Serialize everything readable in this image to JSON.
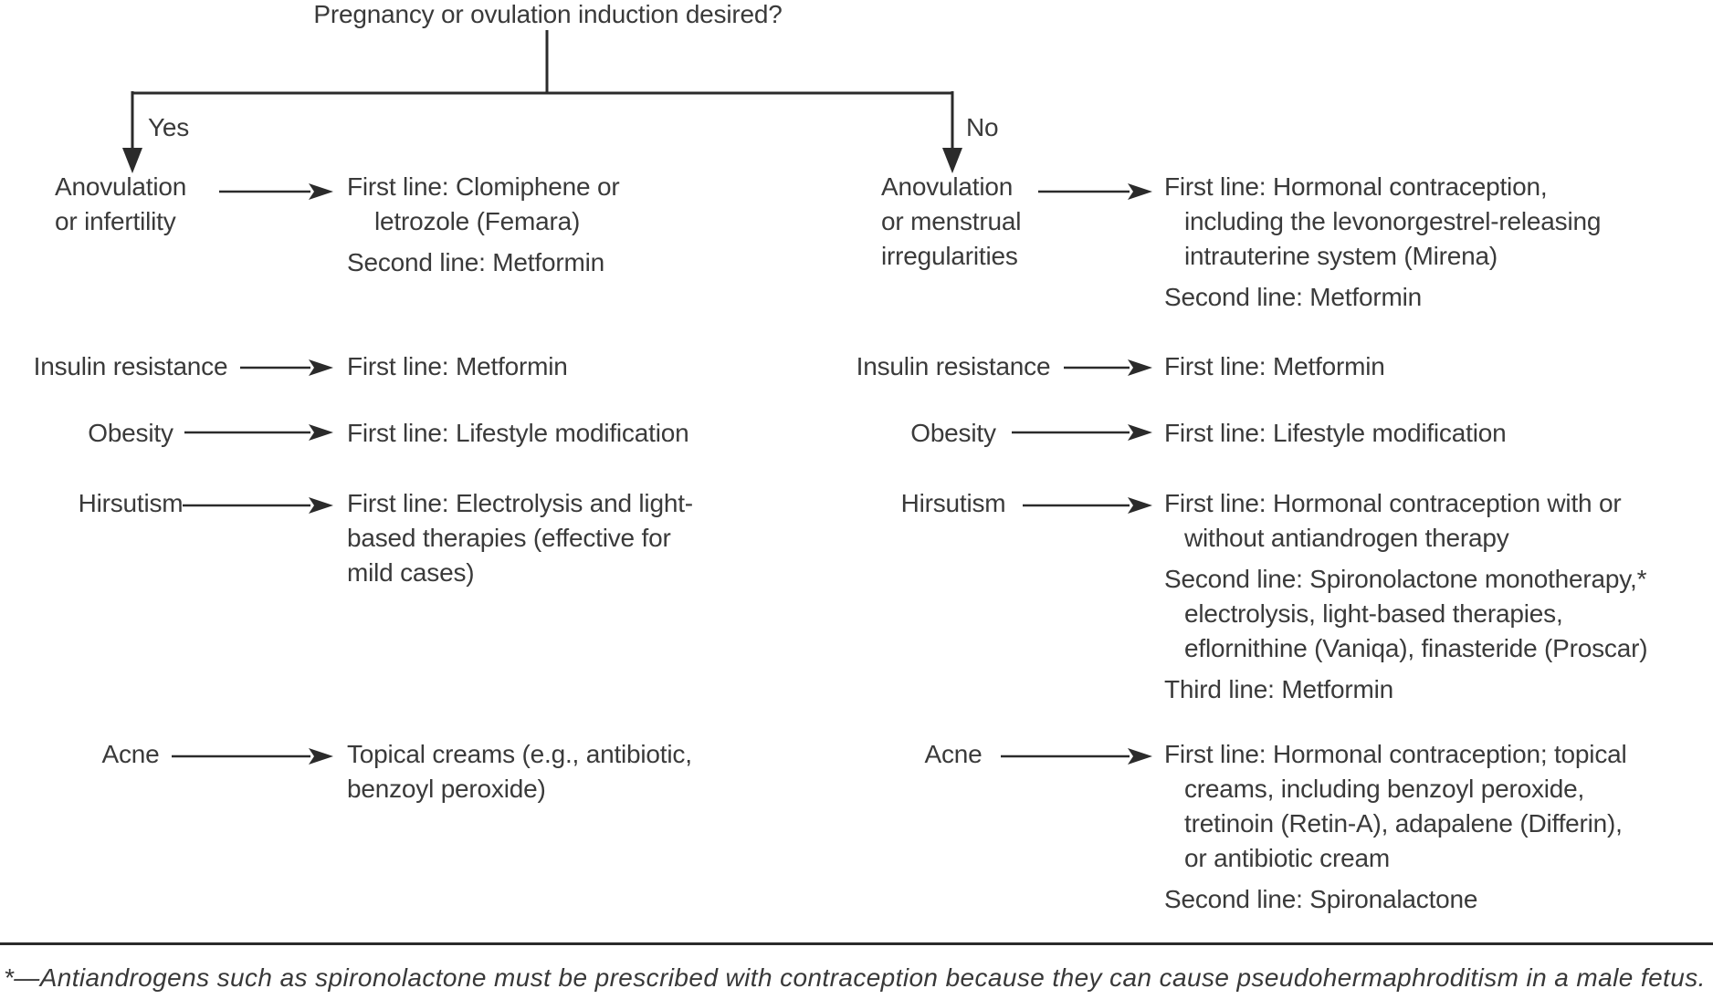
{
  "title": "Pregnancy or ovulation induction desired?",
  "footnote": "*—Antiandrogens such as spironolactone must be prescribed with contraception because they can cause pseudohermaphroditism in a male fetus.",
  "colors": {
    "line": "#2b2b2b",
    "text": "#3a3a3a",
    "background": "#ffffff"
  },
  "branches": {
    "yes": {
      "label": "Yes",
      "rows": [
        {
          "label_lines": [
            "Anovulation",
            "or infertility"
          ],
          "paragraphs": [
            {
              "lines": [
                "First line: Clomiphene or",
                "letrozole (Femara)"
              ]
            },
            {
              "lines": [
                "Second line: Metformin"
              ]
            }
          ]
        },
        {
          "label_lines": [
            "Insulin resistance"
          ],
          "paragraphs": [
            {
              "lines": [
                "First line: Metformin"
              ]
            }
          ]
        },
        {
          "label_lines": [
            "Obesity"
          ],
          "paragraphs": [
            {
              "lines": [
                "First line: Lifestyle modification"
              ]
            }
          ]
        },
        {
          "label_lines": [
            "Hirsutism"
          ],
          "paragraphs": [
            {
              "lines": [
                "First line: Electrolysis and light-",
                "based therapies (effective for",
                "mild cases)"
              ]
            }
          ]
        },
        {
          "label_lines": [
            "Acne"
          ],
          "paragraphs": [
            {
              "lines": [
                "Topical creams (e.g., antibiotic,",
                "benzoyl peroxide)"
              ]
            }
          ]
        }
      ]
    },
    "no": {
      "label": "No",
      "rows": [
        {
          "label_lines": [
            "Anovulation",
            "or menstrual",
            "irregularities"
          ],
          "paragraphs": [
            {
              "lines": [
                "First line: Hormonal contraception,",
                "including the levonorgestrel-releasing",
                "intrauterine system (Mirena)"
              ]
            },
            {
              "lines": [
                "Second line: Metformin"
              ]
            }
          ]
        },
        {
          "label_lines": [
            "Insulin resistance"
          ],
          "paragraphs": [
            {
              "lines": [
                "First line: Metformin"
              ]
            }
          ]
        },
        {
          "label_lines": [
            "Obesity"
          ],
          "paragraphs": [
            {
              "lines": [
                "First line: Lifestyle modification"
              ]
            }
          ]
        },
        {
          "label_lines": [
            "Hirsutism"
          ],
          "paragraphs": [
            {
              "lines": [
                "First line: Hormonal contraception with or",
                "without antiandrogen therapy"
              ]
            },
            {
              "lines": [
                "Second line: Spironolactone monotherapy,*",
                "electrolysis, light-based therapies,",
                "eflornithine (Vaniqa), finasteride (Proscar)"
              ]
            },
            {
              "lines": [
                "Third line: Metformin"
              ]
            }
          ]
        },
        {
          "label_lines": [
            "Acne"
          ],
          "paragraphs": [
            {
              "lines": [
                "First line: Hormonal contraception; topical",
                "creams, including benzoyl peroxide,",
                "tretinoin (Retin-A), adapalene (Differin),",
                "or antibiotic cream"
              ]
            },
            {
              "lines": [
                "Second line: Spironalactone"
              ]
            }
          ]
        }
      ]
    }
  }
}
